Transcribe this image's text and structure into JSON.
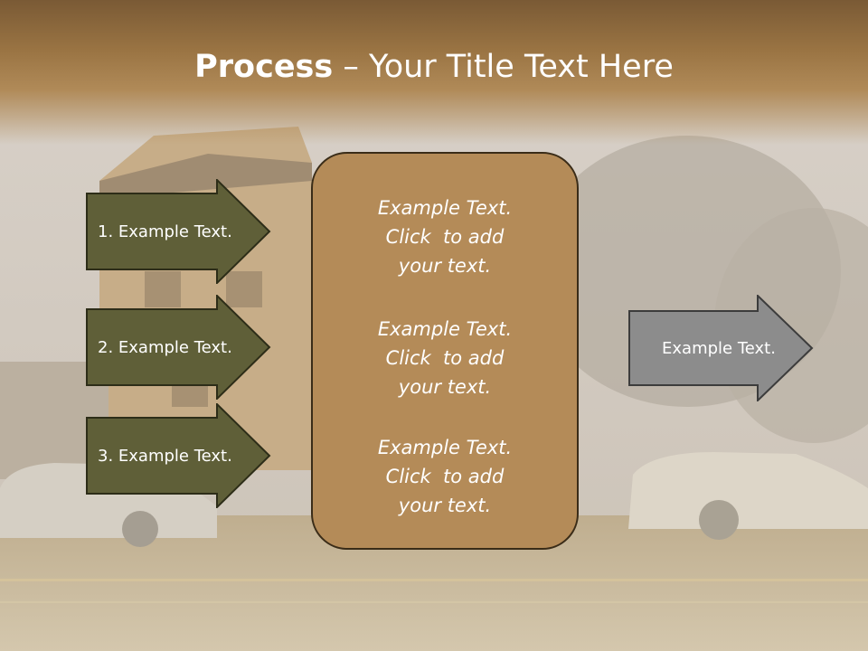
{
  "title": {
    "bold": "Process",
    "rest": " – Your Title Text Here"
  },
  "left_arrows": [
    {
      "label": "1. Example Text."
    },
    {
      "label": "2. Example Text."
    },
    {
      "label": "3. Example Text."
    }
  ],
  "center_blocks": [
    {
      "lines": [
        "Example Text.",
        "Click  to add",
        "your text."
      ]
    },
    {
      "lines": [
        "Example Text.",
        "Click  to add",
        "your text."
      ]
    },
    {
      "lines": [
        "Example Text.",
        "Click  to add",
        "your text."
      ]
    }
  ],
  "right_arrow": {
    "label": "Example Text."
  },
  "colors": {
    "title_band": "#9a7443",
    "left_arrow_fill": "#5f5f38",
    "center_box_fill": "#b48b58",
    "right_arrow_fill": "#8c8c8c",
    "text": "#ffffff"
  }
}
